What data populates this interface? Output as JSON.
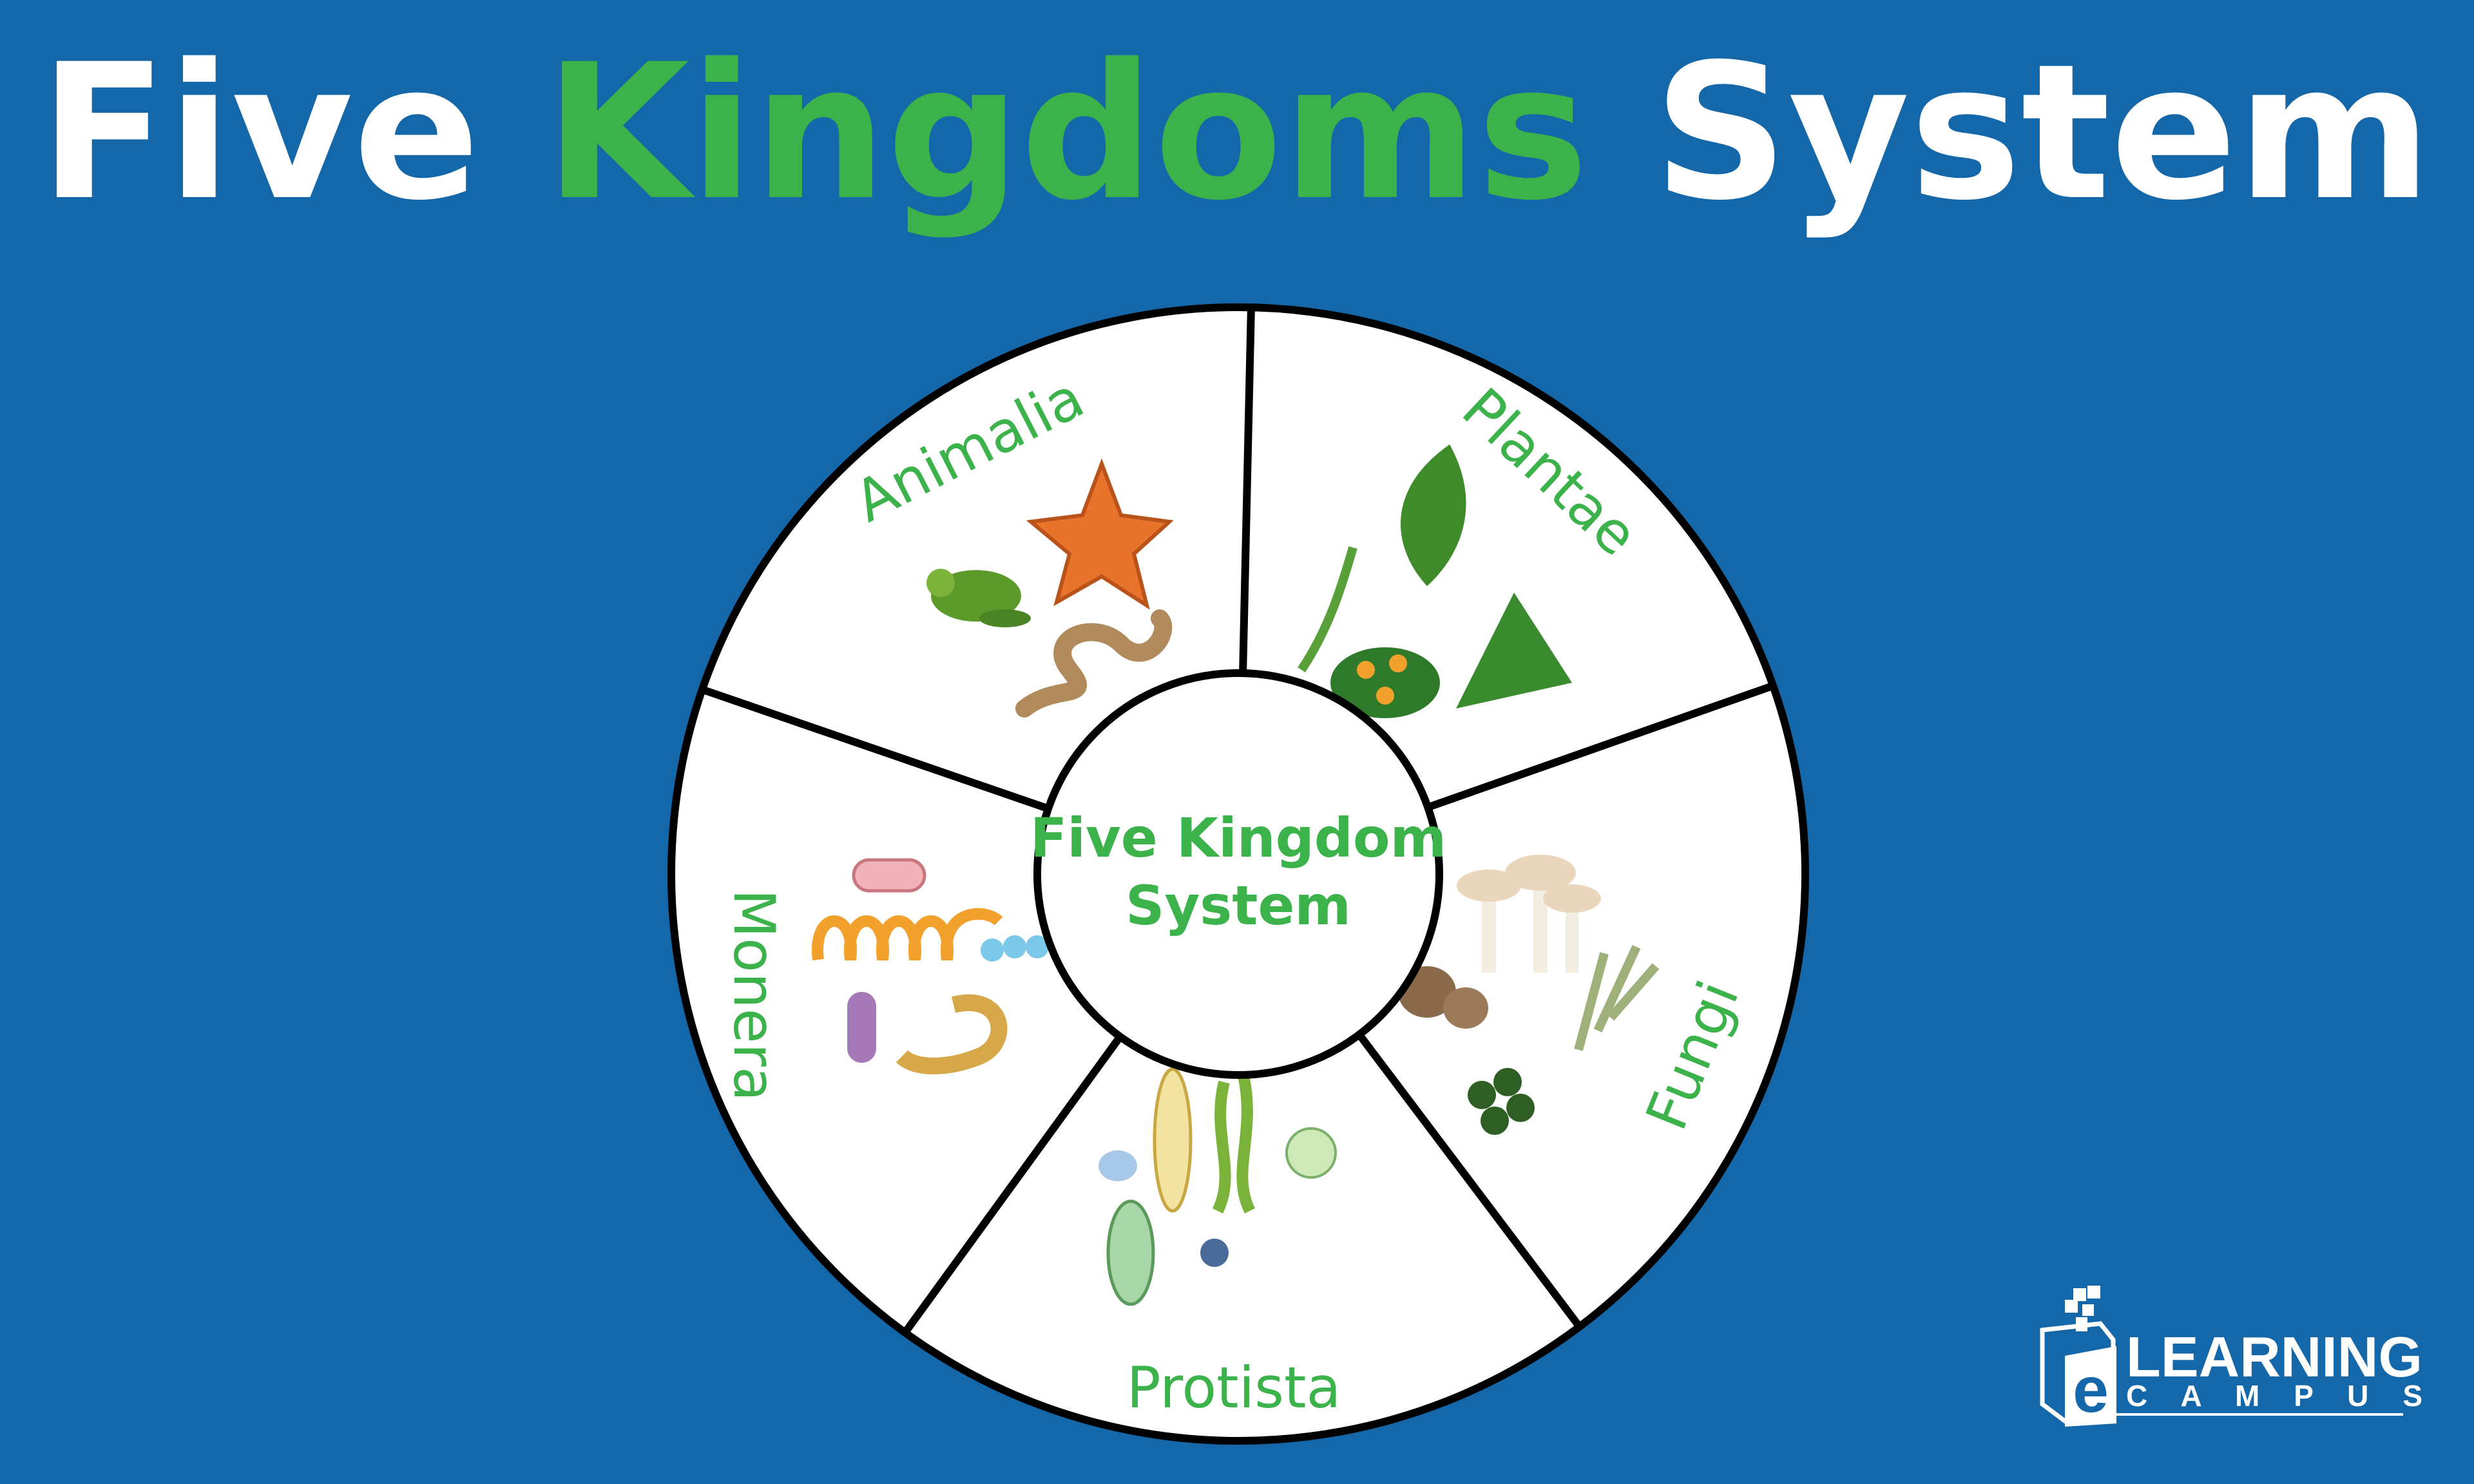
{
  "title": {
    "word1": "Five",
    "word2": "Kingdoms",
    "word3": "System"
  },
  "center": {
    "line1": "Five Kingdom",
    "line2": "System"
  },
  "kingdoms": [
    {
      "label": "Animalia",
      "icons": [
        "starfish-icon",
        "frog-icon",
        "snake-icon"
      ]
    },
    {
      "label": "Plantae",
      "icons": [
        "fern-icon",
        "moss-icon",
        "flowering-shrub-icon"
      ]
    },
    {
      "label": "Fungi",
      "icons": [
        "mushroom-icon",
        "puffball-icon",
        "mold-icon"
      ]
    },
    {
      "label": "Protista",
      "icons": [
        "euglena-icon",
        "paramecium-icon",
        "algae-icon",
        "diatom-icon"
      ]
    },
    {
      "label": "Monera",
      "icons": [
        "bacillus-icon",
        "spirillum-icon",
        "streptococcus-icon"
      ]
    }
  ],
  "logo": {
    "line1": "LEARNING",
    "line2": "C A M P U S",
    "letter": "e"
  },
  "colors": {
    "background": "#1467a8",
    "accent_green": "#3bb34a",
    "white": "#ffffff",
    "divider": "#000000"
  }
}
